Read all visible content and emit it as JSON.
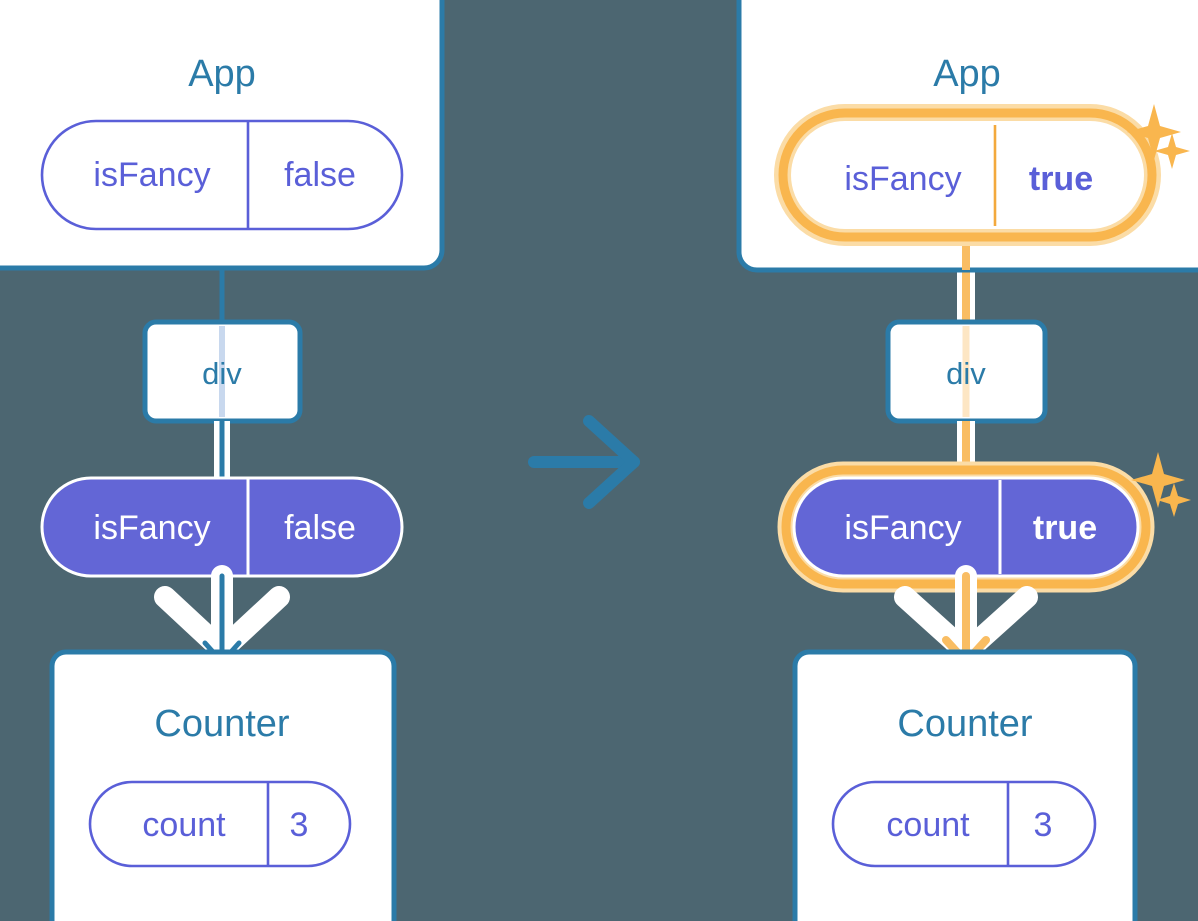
{
  "meta": {
    "kind": "react-state-propagation-diagram",
    "background_color": "#4c6671"
  },
  "colors": {
    "panel_border": "#2b7ba8",
    "panel_fill": "#ffffff",
    "title_text": "#2b7ba8",
    "pill_outline": "#5a5fd8",
    "pill_fill_active": "#6366d6",
    "pill_text": "#5a5fd8",
    "pill_text_active": "#ffffff",
    "highlight": "#f9b64e",
    "highlight_glow": "#fbdca6",
    "highlight_arrow": "#f9bd63",
    "arrow_blue": "#2b7ba8",
    "arrow_white": "#ffffff",
    "line_light_blue": "#c8d8ee",
    "line_light_orange": "#fde6c4"
  },
  "transition_arrow": {
    "icon": "arrow-right-icon",
    "color": "#2b7ba8"
  },
  "panels": [
    {
      "id": "before",
      "side": "left",
      "highlighted": false,
      "app": {
        "title": "App",
        "state_pill": {
          "key": "isFancy",
          "value": "false",
          "style": "outline",
          "highlighted": false,
          "bold_value": false
        }
      },
      "div": {
        "label": "div"
      },
      "prop_pill": {
        "key": "isFancy",
        "value": "false",
        "style": "filled",
        "highlighted": false,
        "bold_value": false
      },
      "counter": {
        "title": "Counter",
        "state_pill": {
          "key": "count",
          "value": "3",
          "style": "outline",
          "highlighted": false,
          "bold_value": false
        }
      },
      "sparkles": []
    },
    {
      "id": "after",
      "side": "right",
      "highlighted": true,
      "app": {
        "title": "App",
        "state_pill": {
          "key": "isFancy",
          "value": "true",
          "style": "outline",
          "highlighted": true,
          "bold_value": true
        }
      },
      "div": {
        "label": "div"
      },
      "prop_pill": {
        "key": "isFancy",
        "value": "true",
        "style": "filled",
        "highlighted": true,
        "bold_value": true
      },
      "counter": {
        "title": "Counter",
        "state_pill": {
          "key": "count",
          "value": "3",
          "style": "outline",
          "highlighted": false,
          "bold_value": false
        }
      },
      "sparkles": [
        "sparkle-large",
        "sparkle-small",
        "sparkle-large",
        "sparkle-small"
      ]
    }
  ]
}
